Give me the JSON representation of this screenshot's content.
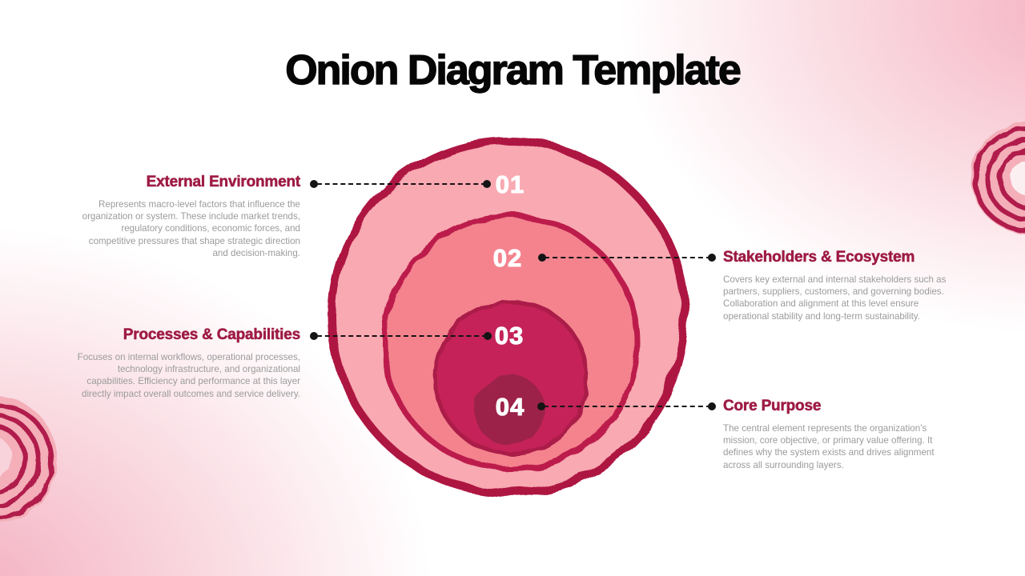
{
  "title": "Onion Diagram Template",
  "layers": [
    {
      "number": "01",
      "title": "External Environment",
      "description": "Represents macro-level factors that influence the organization or system. These include market trends, regulatory conditions, economic forces, and competitive pressures that shape strategic direction and decision-making."
    },
    {
      "number": "02",
      "title": "Stakeholders & Ecosystem",
      "description": "Covers key external and internal stakeholders such as partners, suppliers, customers, and governing bodies. Collaboration and alignment at this level ensure operational stability and long-term sustainability."
    },
    {
      "number": "03",
      "title": "Processes & Capabilities",
      "description": "Focuses on internal workflows, operational processes, technology infrastructure, and organizational capabilities. Efficiency and performance at this layer directly impact overall outcomes and service delivery."
    },
    {
      "number": "04",
      "title": "Core Purpose",
      "description": "The central element represents the organization’s mission, core objective, or primary value offering. It defines why the system exists and drives alignment across all surrounding layers."
    }
  ],
  "colors": {
    "heading": "#9E1B44",
    "body_text": "#9B9B9B",
    "ring_stroke": "#AE1843",
    "layer1_fill": "#F8A9B2",
    "layer2_fill": "#F4838E",
    "layer3_fill": "#C42458",
    "layer4_fill": "#9C2148",
    "connector": "#141414",
    "number_text": "#FFFFFF"
  }
}
